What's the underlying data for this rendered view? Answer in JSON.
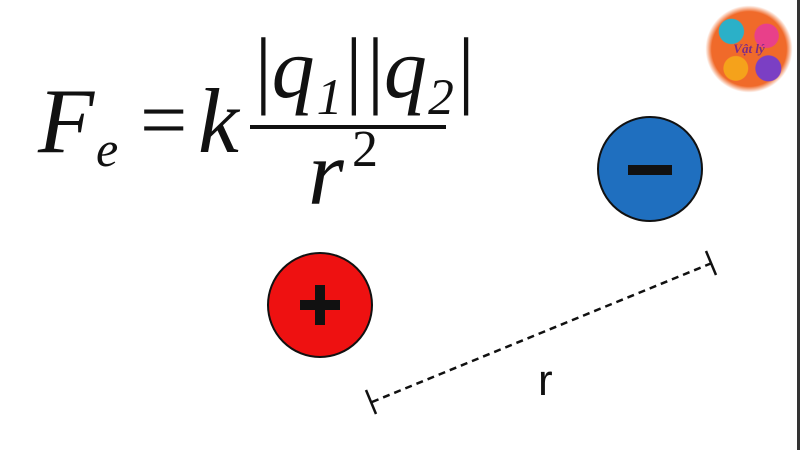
{
  "formula": {
    "lhs_symbol": "F",
    "lhs_subscript": "e",
    "equals": "=",
    "constant": "k",
    "numerator": "|q₁||q₂|",
    "denominator_base": "r",
    "denominator_exponent": "2"
  },
  "charges": {
    "positive_sign": "+",
    "negative_sign": "−",
    "positive_color": "#ee1111",
    "negative_color": "#1f6fbf"
  },
  "distance_label": "r",
  "logo": {
    "text": "Vật lý"
  }
}
